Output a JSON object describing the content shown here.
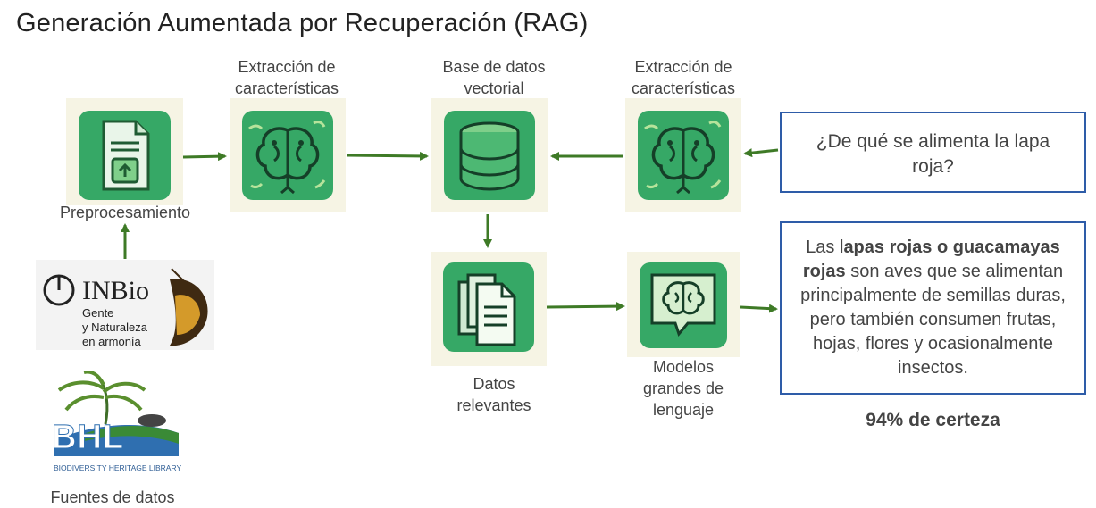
{
  "title": "Generación Aumentada por Recuperación (RAG)",
  "nodes": {
    "feature_extraction_1": "Extracción de\ncaracterísticas",
    "vector_db": "Base de datos\nvectorial",
    "feature_extraction_2": "Extracción de\ncaracterísticas",
    "preprocessing": "Preprocesamiento",
    "relevant_data": "Datos\nrelevantes",
    "llm": "Modelos\ngrandes de\nlenguaje",
    "data_sources": "Fuentes de datos"
  },
  "query": "¿De qué se alimenta la lapa roja?",
  "answer": {
    "prefix": "Las l",
    "bold": "apas rojas o guacamayas rojas",
    "rest": " son aves que se alimentan principalmente de semillas duras, pero también consumen frutas, hojas, flores y ocasionalmente insectos."
  },
  "certainty": "94% de certeza",
  "logos": {
    "inbio_name": "INBio",
    "inbio_line1": "Gente",
    "inbio_line2": "y Naturaleza",
    "inbio_line3": "en armonía",
    "bhl_name": "BHL",
    "bhl_caption": "BIODIVERSITY HERITAGE LIBRARY"
  },
  "colors": {
    "arrow": "#3e7a26",
    "box_border": "#2e5ca8",
    "icon_green": "#36a866",
    "tile_bg": "#f6f4e4"
  }
}
